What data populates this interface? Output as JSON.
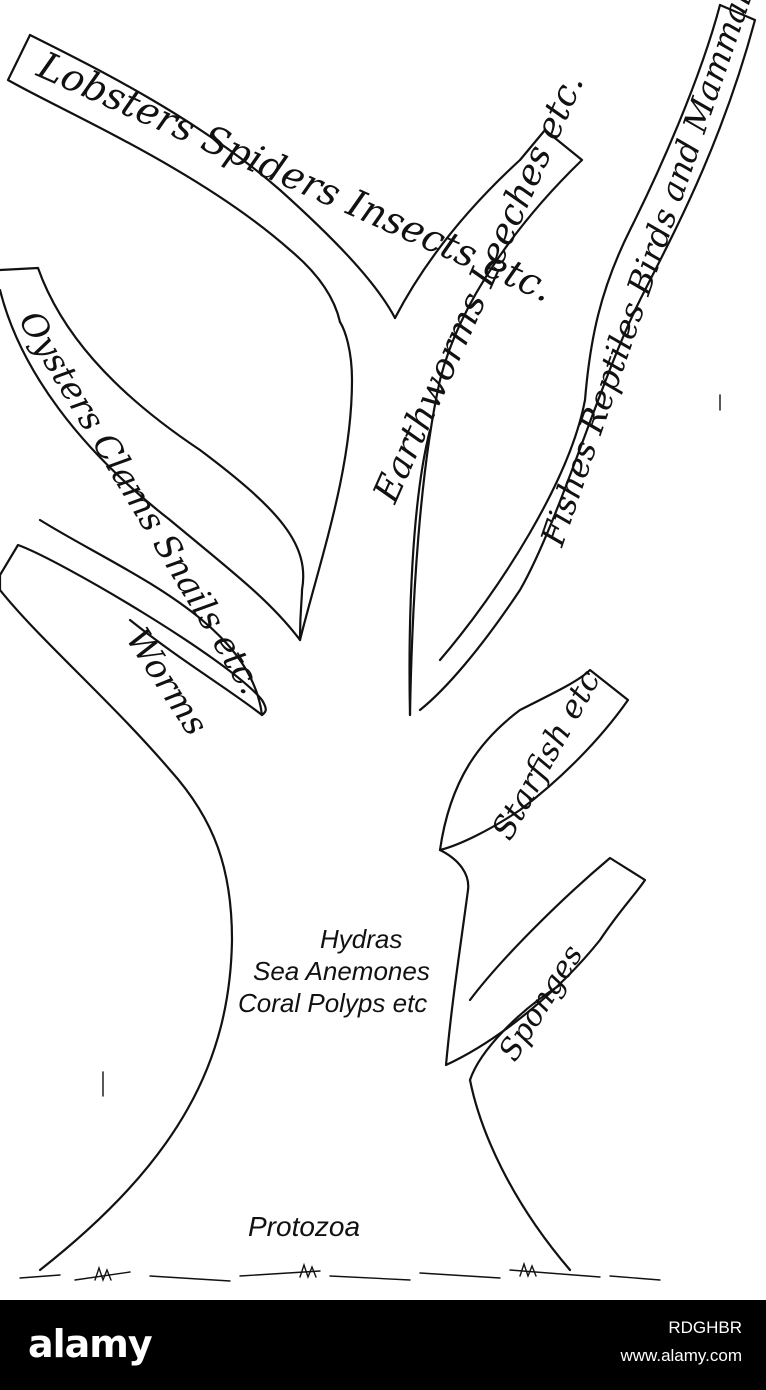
{
  "diagram": {
    "labels": {
      "lobsters": "Lobsters Spiders Insects etc.",
      "earthworms": "Earthworms Leeches etc.",
      "fishes": "Fishes Reptiles Birds and Mammals",
      "oysters": "Oysters Clams Snails etc.",
      "worms": "Worms",
      "starfish": "Starfish etc",
      "hydras_line1": "Hydras",
      "hydras_line2": "Sea Anemones",
      "hydras_line3": "Coral Polyps etc",
      "sponges": "Sponges",
      "protozoa": "Protozoa"
    }
  },
  "watermark": {
    "brand": "alamy",
    "image_id": "RDGHBR",
    "site": "www.alamy.com"
  }
}
